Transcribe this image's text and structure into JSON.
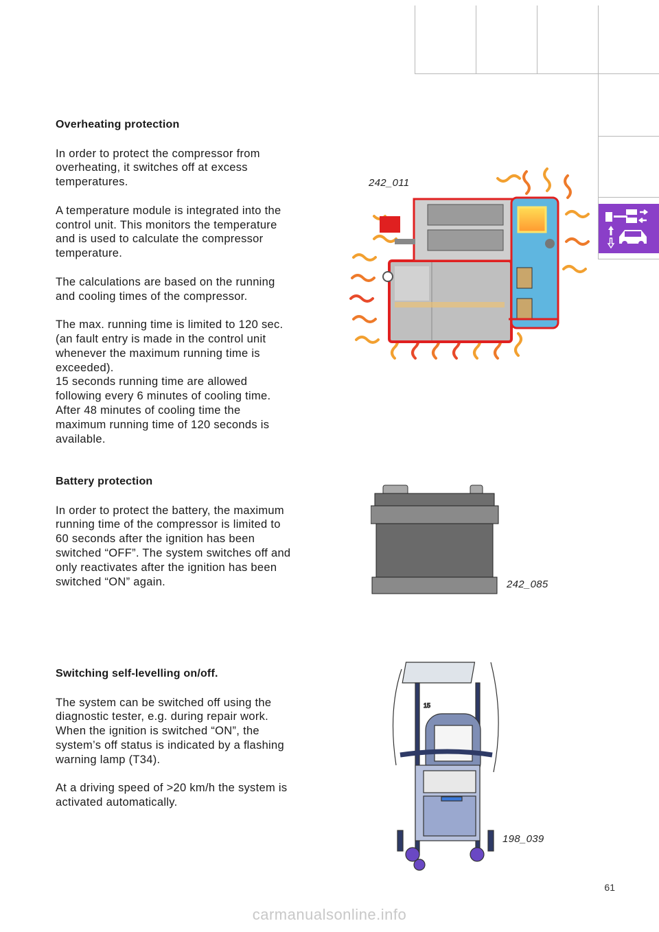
{
  "sections": {
    "overheating": {
      "heading": "Overheating protection",
      "paragraphs": [
        "In order to protect the compressor from\noverheating, it switches off at excess\ntemperatures.",
        "A temperature module is integrated into the\ncontrol unit. This monitors the temperature\nand is used to calculate the compressor\ntemperature.",
        "The calculations are based on the running\nand cooling times of the compressor.",
        "The max. running time is limited to 120 sec.\n(an fault entry is made in the control unit\nwhenever the maximum running time is\nexceeded).\n15 seconds running time are allowed\nfollowing every 6 minutes of cooling time.\nAfter 48 minutes of cooling time the\nmaximum running time of 120 seconds is\navailable."
      ]
    },
    "battery": {
      "heading": "Battery protection",
      "paragraphs": [
        "In order to protect the battery, the maximum\nrunning time of the compressor is limited to\n60 seconds after the ignition has been\nswitched “OFF”. The system switches off and\nonly reactivates after the ignition has been\nswitched “ON” again."
      ]
    },
    "switching": {
      "heading": "Switching self-levelling on/off.",
      "paragraphs": [
        "The system can be switched off using the\ndiagnostic tester, e.g. during repair work.\nWhen the ignition is switched “ON”, the\nsystem’s off status is indicated by a ﬂashing\nwarning lamp (T34).",
        "At a driving speed of >20 km/h the system is\nactivated automatically."
      ]
    }
  },
  "figures": {
    "compressor": {
      "caption": "242_011"
    },
    "battery": {
      "caption": "242_085"
    },
    "tester": {
      "caption": "198_039",
      "label": "15"
    }
  },
  "page_number": "61",
  "watermark": "carmanualsonline.info",
  "colors": {
    "tab_accent": "#8a3fc8",
    "heat_red": "#e02020",
    "heat_orange": "#f3a020"
  },
  "icons": [
    "chassis-control-icon",
    "car-level-icon"
  ]
}
